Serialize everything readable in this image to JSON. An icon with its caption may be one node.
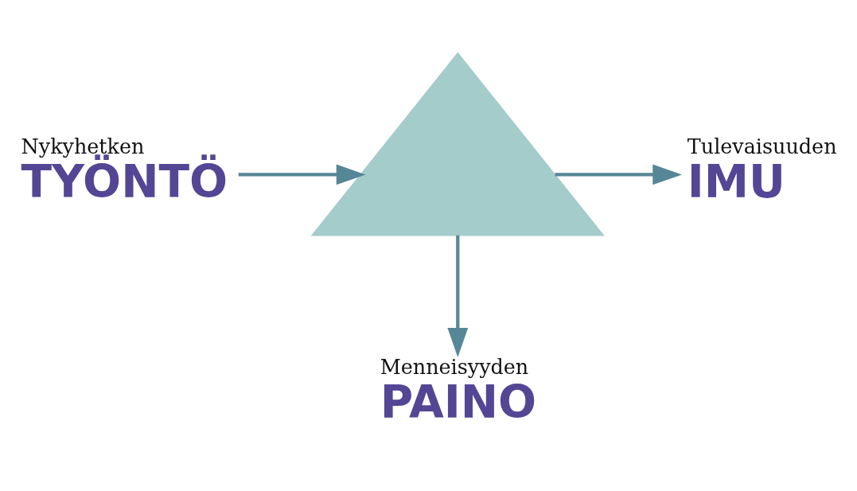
{
  "diagram": {
    "nodes": [
      {
        "text": [],
        "shape": "triangle"
      },
      {
        "text": [
          "Nykyhetken",
          "TYÖNTÖ"
        ]
      },
      {
        "text": [
          "Tulevaisuuden",
          "IMU"
        ]
      },
      {
        "text": [
          "Menneisyyden",
          "PAINO"
        ]
      }
    ],
    "edges": [
      {
        "from": 1,
        "to": 0,
        "arrow": "to"
      },
      {
        "from": 0,
        "to": 2,
        "arrow": "to"
      },
      {
        "from": 0,
        "to": 3,
        "arrow": "to"
      }
    ]
  }
}
